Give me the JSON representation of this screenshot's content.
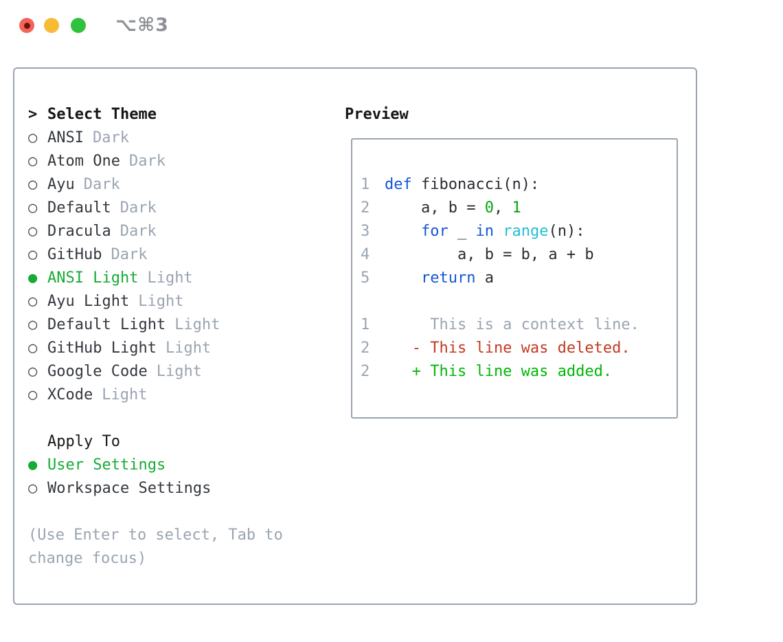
{
  "window": {
    "title": "⌥⌘3",
    "traffic_lights": [
      "close",
      "minimize",
      "zoom"
    ]
  },
  "colors": {
    "select_green": "#16ab34",
    "added_green": "#00b607",
    "number_green": "#01a70b",
    "deleted_red": "#c23a21",
    "keyword_blue": "#1257d4",
    "builtin_cyan": "#21c0d2",
    "muted_gray": "#9aa4b1",
    "text_dark": "#33373d",
    "code_fg": "#292c31",
    "border_gray": "#9aa4ae",
    "traffic_red": "#f4635a",
    "traffic_red_dot": "#6b1409",
    "traffic_yellow": "#f7bb35",
    "traffic_green": "#30c13f",
    "title_gray": "#8e9196"
  },
  "sidebar": {
    "focus_indicator": ">",
    "header": "Select Theme",
    "radio_unselected": "○",
    "radio_selected": "●",
    "themes": [
      {
        "name": "ANSI",
        "tag": "Dark",
        "selected": false
      },
      {
        "name": "Atom One",
        "tag": "Dark",
        "selected": false
      },
      {
        "name": "Ayu",
        "tag": "Dark",
        "selected": false
      },
      {
        "name": "Default",
        "tag": "Dark",
        "selected": false
      },
      {
        "name": "Dracula",
        "tag": "Dark",
        "selected": false
      },
      {
        "name": "GitHub",
        "tag": "Dark",
        "selected": false
      },
      {
        "name": "ANSI Light",
        "tag": "Light",
        "selected": true
      },
      {
        "name": "Ayu Light",
        "tag": "Light",
        "selected": false
      },
      {
        "name": "Default Light",
        "tag": "Light",
        "selected": false
      },
      {
        "name": "GitHub Light",
        "tag": "Light",
        "selected": false
      },
      {
        "name": "Google Code",
        "tag": "Light",
        "selected": false
      },
      {
        "name": "XCode",
        "tag": "Light",
        "selected": false
      }
    ],
    "apply_to": {
      "header": "Apply To",
      "options": [
        {
          "name": "User Settings",
          "selected": true
        },
        {
          "name": "Workspace Settings",
          "selected": false
        }
      ]
    },
    "hint": "(Use Enter to select, Tab to change focus)"
  },
  "preview": {
    "header": "Preview",
    "code_lines": [
      {
        "num": "1",
        "segments": [
          {
            "t": "def",
            "c": "kw"
          },
          {
            "t": " fibonacci(n):",
            "c": "fg"
          }
        ]
      },
      {
        "num": "2",
        "segments": [
          {
            "t": "    a, b = ",
            "c": "fg"
          },
          {
            "t": "0",
            "c": "num"
          },
          {
            "t": ", ",
            "c": "fg"
          },
          {
            "t": "1",
            "c": "num"
          }
        ]
      },
      {
        "num": "3",
        "segments": [
          {
            "t": "    ",
            "c": "fg"
          },
          {
            "t": "for",
            "c": "kw"
          },
          {
            "t": " _ ",
            "c": "fg"
          },
          {
            "t": "in",
            "c": "kw"
          },
          {
            "t": " ",
            "c": "fg"
          },
          {
            "t": "range",
            "c": "fn"
          },
          {
            "t": "(n):",
            "c": "fg"
          }
        ]
      },
      {
        "num": "4",
        "segments": [
          {
            "t": "        a, b = b, a + b",
            "c": "fg"
          }
        ]
      },
      {
        "num": "5",
        "segments": [
          {
            "t": "    ",
            "c": "fg"
          },
          {
            "t": "return",
            "c": "kw"
          },
          {
            "t": " a",
            "c": "fg"
          }
        ]
      }
    ],
    "diff_lines": [
      {
        "num": "1",
        "segments": [
          {
            "t": "     This is a context line.",
            "c": "ctx"
          }
        ]
      },
      {
        "num": "2",
        "segments": [
          {
            "t": "   - This line was deleted.",
            "c": "del"
          }
        ]
      },
      {
        "num": "2",
        "segments": [
          {
            "t": "   + This line was added.",
            "c": "add"
          }
        ]
      }
    ]
  }
}
